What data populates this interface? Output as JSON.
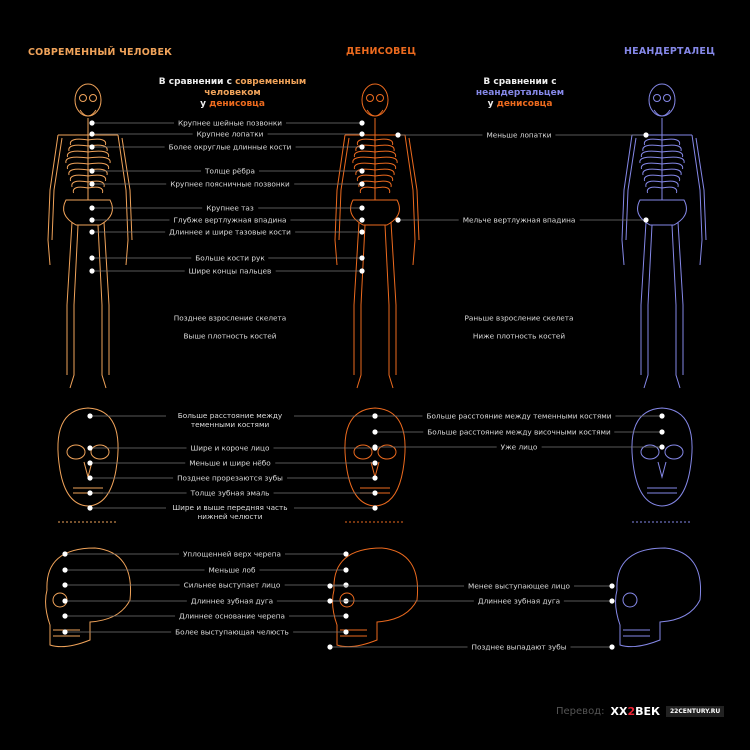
{
  "headers": {
    "modern": "СОВРЕМЕННЫЙ ЧЕЛОВЕК",
    "denisovan": "ДЕНИСОВЕЦ",
    "neanderthal": "НЕАНДЕРТАЛЕЦ"
  },
  "compare_modern": {
    "prefix": "В сравнении с ",
    "highlight": "современным человеком",
    "line2_prefix": "у ",
    "line2_highlight": "денисовца"
  },
  "compare_neanderthal": {
    "prefix": "В сравнении с ",
    "highlight": "неандертальцем",
    "line2_prefix": "у ",
    "line2_highlight": "денисовца"
  },
  "body_left": [
    "Крупнее шейные позвонки",
    "Крупнее лопатки",
    "Более округлые длинные кости",
    "Толще рёбра",
    "Крупнее поясничные позвонки",
    "Крупнее таз",
    "Глубже вертлужная впадина",
    "Длиннее и шире тазовые кости",
    "Больше кости рук",
    "Шире концы пальцев",
    "Позднее взросление скелета",
    "Выше плотность костей"
  ],
  "body_right": [
    "Меньше лопатки",
    "Мельче вертлужная впадина",
    "Раньше взросление скелета",
    "Ниже плотность костей"
  ],
  "skull_front_left": [
    "Больше расстояние между теменными костями",
    "Шире и короче лицо",
    "Меньше и шире нёбо",
    "Позднее прорезаются зубы",
    "Толще зубная эмаль",
    "Шире и выше передняя часть нижней челюсти"
  ],
  "skull_front_right": [
    "Больше расстояние между теменными костями",
    "Больше расстояние между височными костями",
    "Уже лицо"
  ],
  "skull_side_left": [
    "Уплощенней верх черепа",
    "Меньше лоб",
    "Сильнее выступает лицо",
    "Длиннее зубная дуга",
    "Длиннее основание черепа",
    "Более выступающая челюсть"
  ],
  "skull_side_right": [
    "Менее выступающее лицо",
    "Длиннее зубная дуга",
    "Позднее выпадают зубы"
  ],
  "footer": {
    "translation": "Перевод:",
    "logo_a": "XX",
    "logo_b": "2",
    "logo_c": "ВЕК",
    "site": "22CENTURY.RU"
  },
  "colors": {
    "modern": "#f0a35a",
    "denisovan": "#ec6a1e",
    "neanderthal": "#8588e8"
  }
}
